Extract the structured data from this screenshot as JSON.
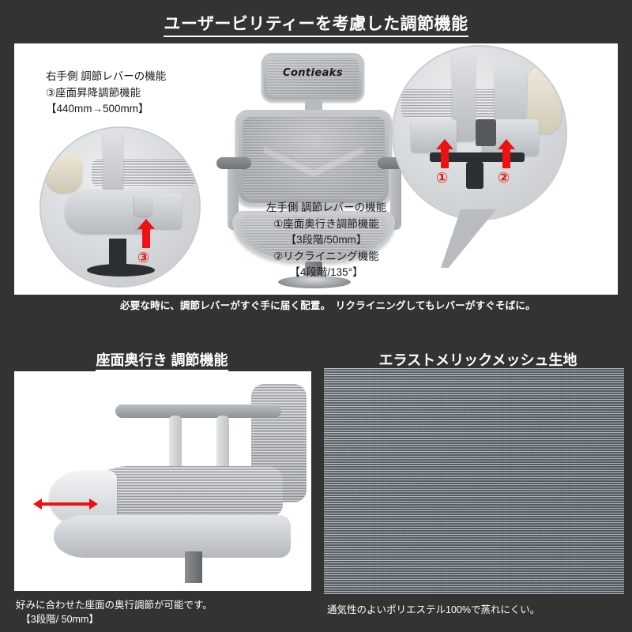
{
  "colors": {
    "background": "#333333",
    "panel": "#ffffff",
    "text_light": "#ffffff",
    "text_dark": "#1a1a1a",
    "accent_red": "#ee1111",
    "chair_gray": "#b4b8bb"
  },
  "header": {
    "main_title": "ユーザービリティーを考慮した調節機能"
  },
  "top_section": {
    "note_left": "右手側 調節レバーの機能\n③座面昇降調節機能\n【440mm→500mm】",
    "note_right": "左手側 調節レバーの機能\n①座面奥行き調節機能\n【3段階/50mm】\n②リクライニング機能\n【4段階/135°】",
    "caption": "必要な時に、調節レバーがすぐ手に届く配置。　リクライニングしてもレバーがすぐそばに。",
    "brand": "Contieaks",
    "markers": {
      "one": "①",
      "two": "②",
      "three": "③"
    }
  },
  "bottom_left": {
    "title": "座面奥行き 調節機能",
    "caption": "好みに合わせた座面の奥行調節が可能です。\n　【3段階/ 50mm】"
  },
  "bottom_right": {
    "title": "エラストメリックメッシュ生地",
    "caption": "通気性のよいポリエステル100%で蒸れにくい。"
  }
}
